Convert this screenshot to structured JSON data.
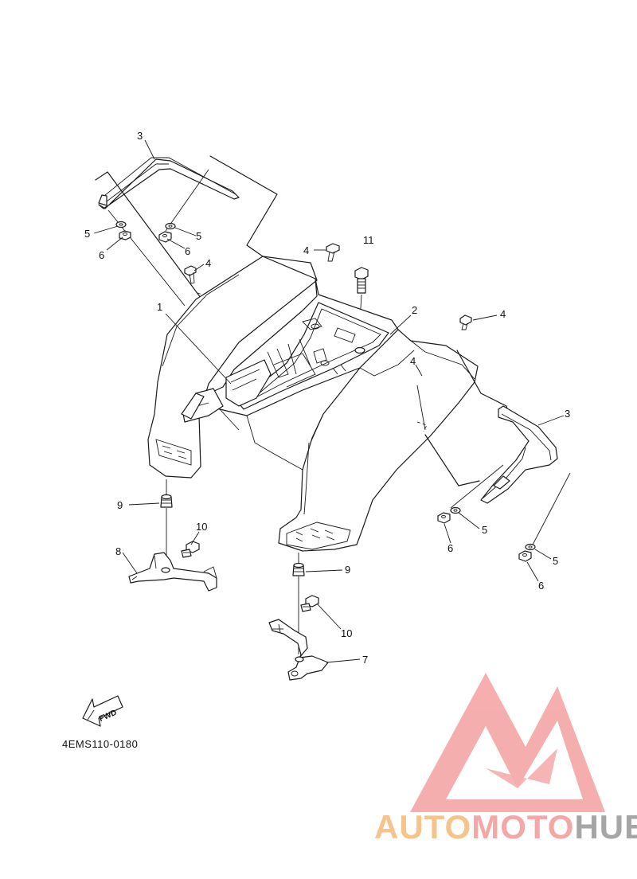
{
  "diagram": {
    "drawing_code": "4EMS110-0180",
    "fwd_label": "FWD",
    "callouts": {
      "c1": "1",
      "c2": "2",
      "c3_left": "3",
      "c3_right": "3",
      "c4_a": "4",
      "c4_b": "4",
      "c4_c": "4",
      "c4_d": "4",
      "c5_a": "5",
      "c5_b": "5",
      "c5_c": "5",
      "c5_d": "5",
      "c6_a": "6",
      "c6_b": "6",
      "c6_c": "6",
      "c6_d": "6",
      "c7": "7",
      "c8": "8",
      "c9_a": "9",
      "c9_b": "9",
      "c10_a": "10",
      "c10_b": "10",
      "c11": "11"
    }
  },
  "watermark": {
    "part1": "AUTO",
    "part2": "MOTO",
    "part3": "HUB",
    "colors": {
      "auto": "#f6c48a",
      "moto": "#f4a7a7",
      "hub": "#a6a6a6",
      "logo": "#f4a0a0"
    }
  }
}
